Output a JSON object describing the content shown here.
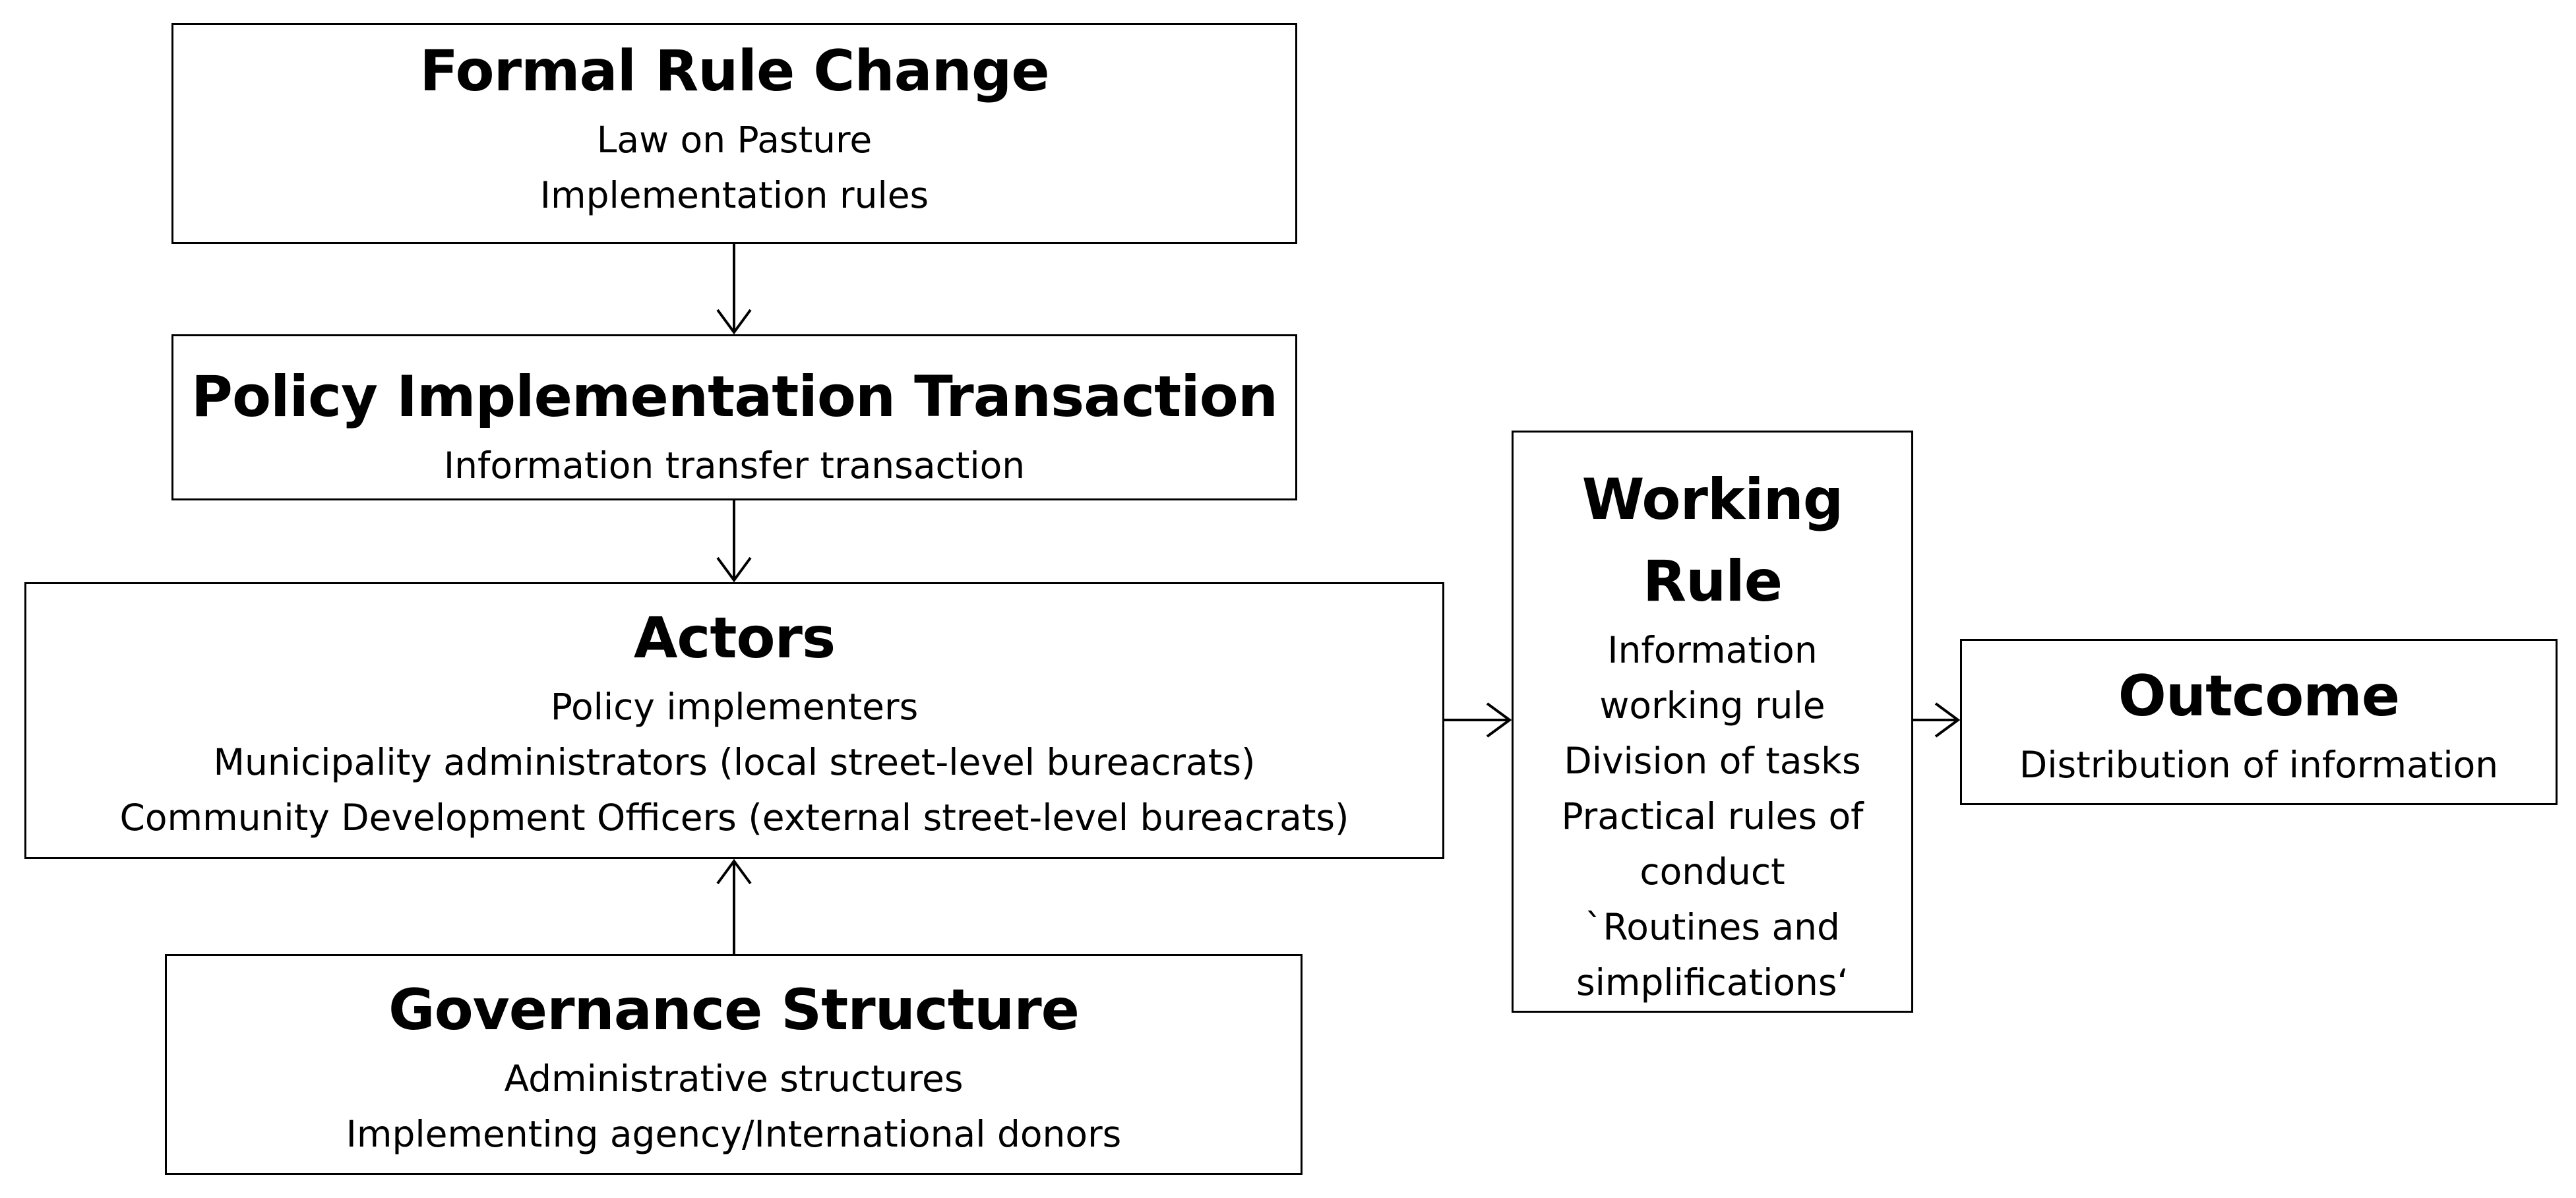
{
  "formal_rule_change": {
    "title": "Formal Rule Change",
    "lines": [
      "Law on Pasture",
      "Implementation rules"
    ]
  },
  "policy_implementation": {
    "title": "Policy Implementation Transaction",
    "lines": [
      "Information transfer transaction"
    ]
  },
  "actors": {
    "title": "Actors",
    "lines": [
      "Policy implementers",
      "Municipality administrators (local street-level bureacrats)",
      "Community Development Officers (external street-level bureacrats)"
    ]
  },
  "governance_structure": {
    "title": "Governance Structure",
    "lines": [
      "Administrative structures",
      "Implementing agency/International donors"
    ]
  },
  "working_rule": {
    "title_lines": [
      "Working",
      "Rule"
    ],
    "lines": [
      "Information",
      "working rule",
      "Division of tasks",
      "Practical rules of",
      "conduct",
      "`Routines and",
      "simplifications‘"
    ]
  },
  "outcome": {
    "title": "Outcome",
    "lines": [
      "Distribution of information"
    ]
  }
}
